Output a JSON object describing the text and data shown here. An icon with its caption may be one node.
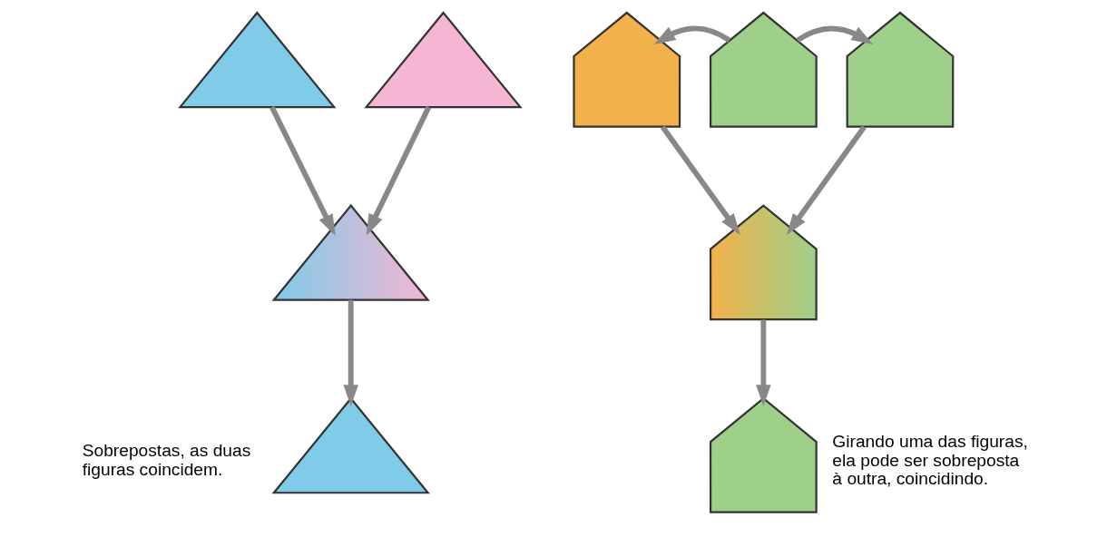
{
  "diagram": {
    "nodes": [
      {
        "text": [],
        "shape": "triangle"
      },
      {
        "text": [],
        "shape": "triangle"
      },
      {
        "text": [],
        "shape": "triangle"
      },
      {
        "text": [],
        "shape": "triangle",
        "beside": [
          "Sobrepostas, as duas figuras coincidem."
        ]
      },
      {
        "text": [],
        "shape": "pentagon"
      },
      {
        "text": [],
        "shape": "pentagon"
      },
      {
        "text": [],
        "shape": "pentagon"
      },
      {
        "text": [],
        "shape": "pentagon"
      },
      {
        "text": [],
        "shape": "pentagon",
        "beside": [
          "Girando uma das figuras, ela pode ser sobreposta à outra, coincidindo."
        ]
      }
    ],
    "edges": [
      {
        "from": 0,
        "to": 2,
        "arrow": "to"
      },
      {
        "from": 1,
        "to": 2,
        "arrow": "to"
      },
      {
        "from": 2,
        "to": 3,
        "arrow": "to"
      },
      {
        "from": 5,
        "to": 6,
        "arrow": "to"
      },
      {
        "from": 5,
        "to": 4,
        "arrow": "to"
      },
      {
        "from": 4,
        "to": 7,
        "arrow": "to"
      },
      {
        "from": 6,
        "to": 7,
        "arrow": "to"
      },
      {
        "from": 7,
        "to": 8,
        "arrow": "to"
      }
    ]
  }
}
